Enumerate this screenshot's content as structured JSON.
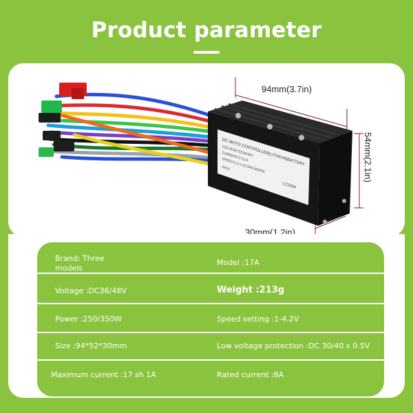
{
  "header": {
    "title": "Product parameter"
  },
  "product": {
    "dimensions": {
      "length": "94mm(3.7in)",
      "height": "54mm(2.1in)",
      "width": "30mm(1.2in)"
    },
    "label": {
      "line1": "DC MOTO CONTROLLER(LITHIUM)BATTERY",
      "line2": "VOLTAGE:DC36/48V",
      "line3": "CURRENT:17±1A",
      "line4": "SPEED:1.2-4.2V(SHL)MODE",
      "line5": "FFKJ",
      "line6": "LCD5M"
    }
  },
  "specs": {
    "brand": "Brand: Three models",
    "model": "Model :17A",
    "voltage": "Voltage :DC36/48V",
    "weight": "Weight :213g",
    "power": "Power :250/350W",
    "speed_setting": "Speed setting :1-4.2V",
    "size": "Size :94*52*30mm",
    "low_voltage": "Low voltage protection :DC 30/40 s 0.5V",
    "max_current": "Maximum current :17 sh 1A",
    "rated_current": "Rated current :8A"
  },
  "colors": {
    "background": "#8ac43f",
    "card": "#ffffff",
    "text": "#ffffff"
  }
}
